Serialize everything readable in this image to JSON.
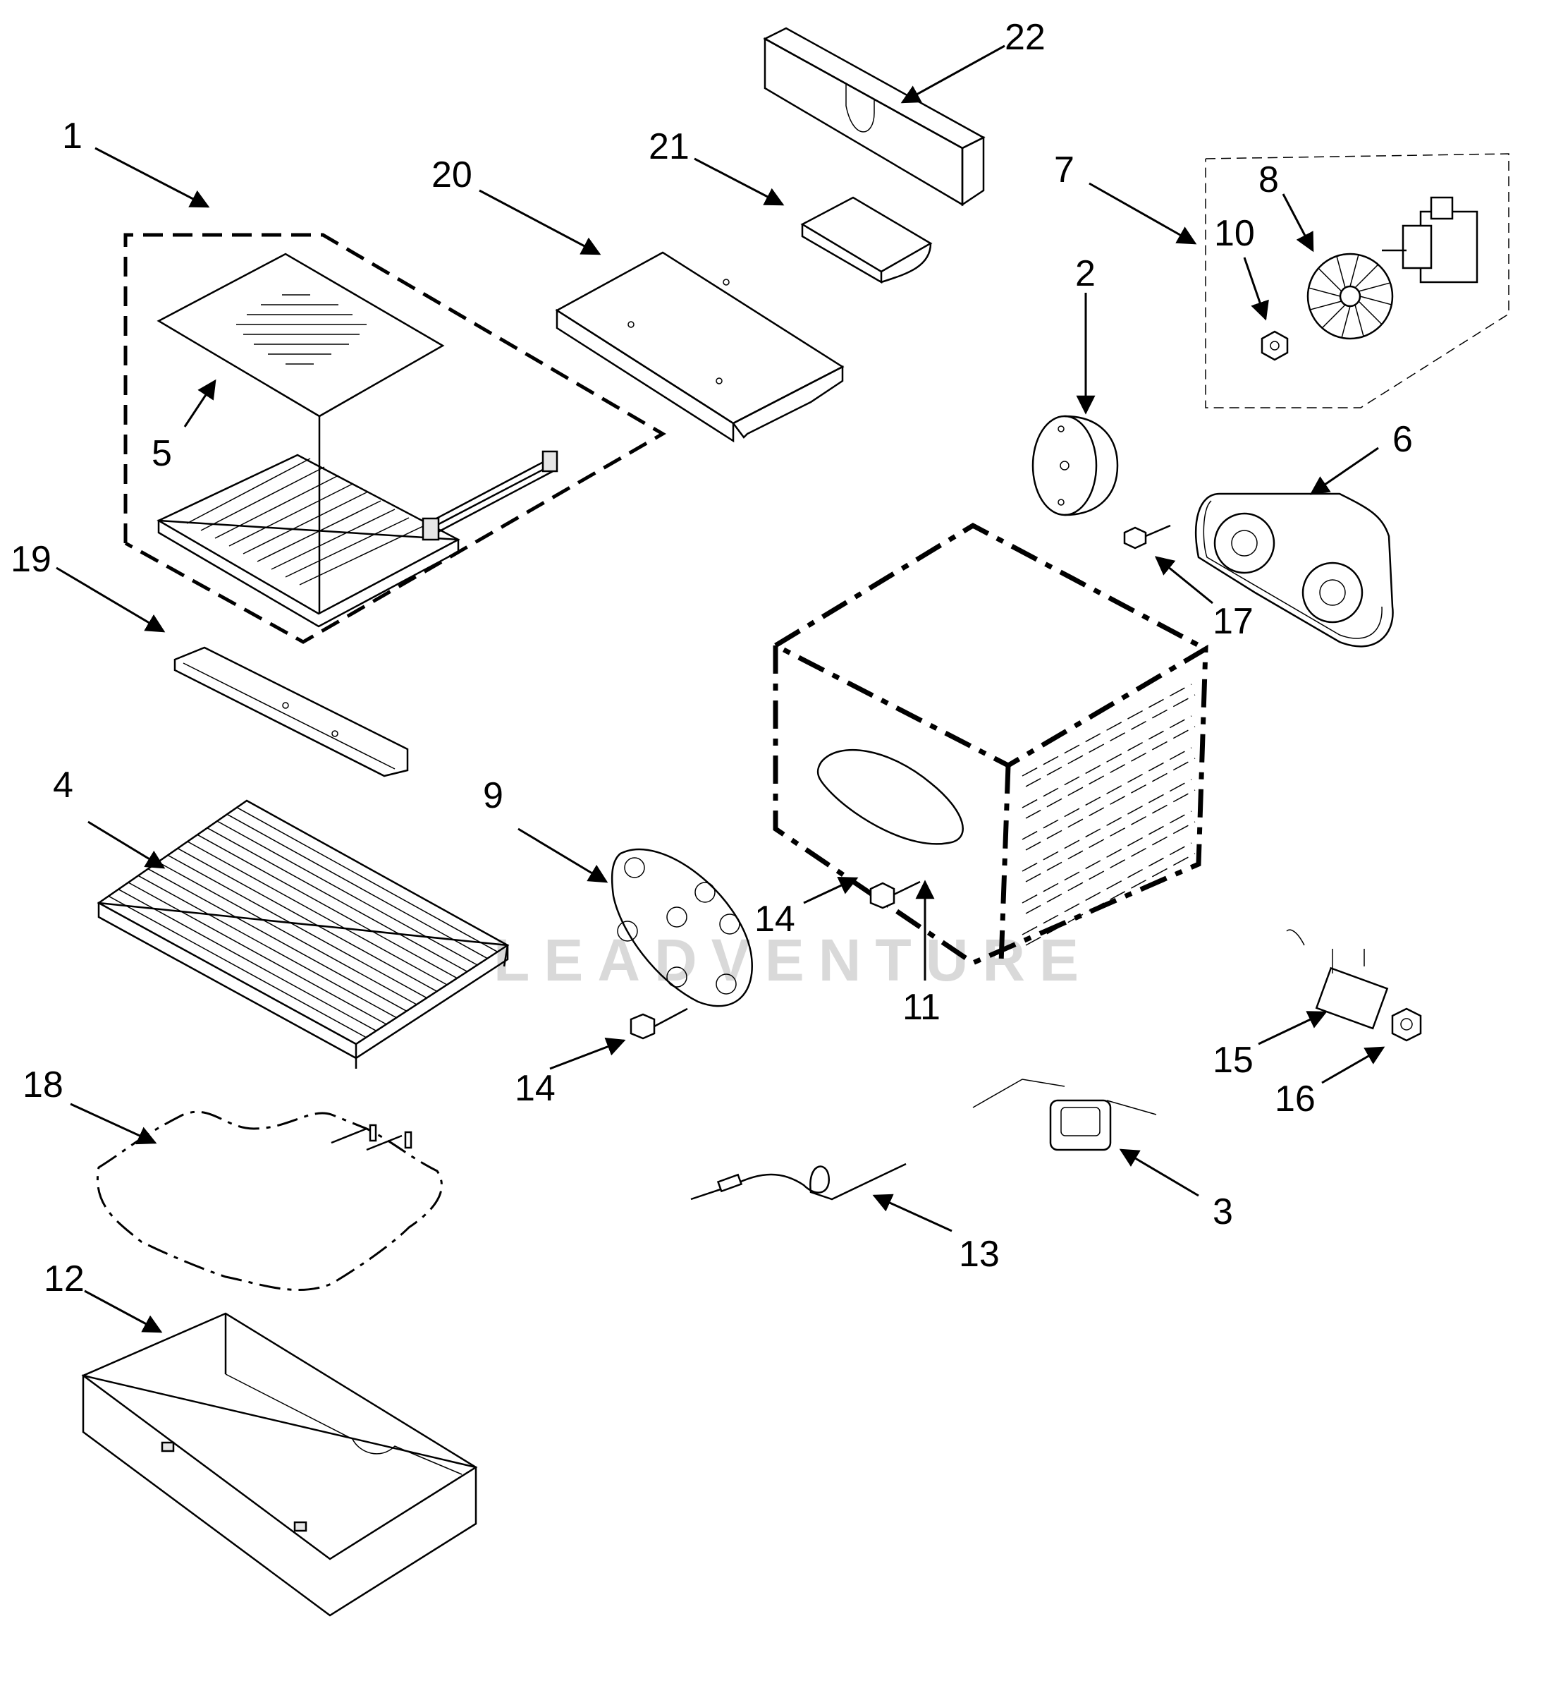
{
  "watermark": "LEADVENTURE",
  "callouts": {
    "c1": "1",
    "c2": "2",
    "c3": "3",
    "c4": "4",
    "c5": "5",
    "c6": "6",
    "c7": "7",
    "c8": "8",
    "c9": "9",
    "c10": "10",
    "c11": "11",
    "c12": "12",
    "c13": "13",
    "c14a": "14",
    "c14b": "14",
    "c15": "15",
    "c16": "16",
    "c17": "17",
    "c18": "18",
    "c19": "19",
    "c20": "20",
    "c21": "21",
    "c22": "22"
  }
}
